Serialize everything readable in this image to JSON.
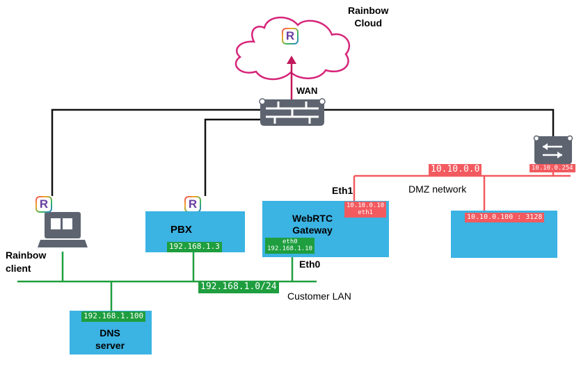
{
  "cloud": {
    "title_line1": "Rainbow",
    "title_line2": "Cloud",
    "logo_letter": "R"
  },
  "wan": {
    "label": "WAN"
  },
  "client": {
    "label_line1": "Rainbow",
    "label_line2": "client",
    "logo_letter": "R"
  },
  "pbx": {
    "label": "PBX",
    "ip": "192.168.1.3",
    "logo_letter": "R"
  },
  "gateway": {
    "label_line1": "WebRTC",
    "label_line2": "Gateway",
    "eth1_label": "Eth1",
    "eth1_ip": "10.10.0.10",
    "eth1_if": "eth1",
    "eth0_if": "eth0",
    "eth0_ip": "192.168.1.10",
    "eth0_label": "Eth0"
  },
  "dmz": {
    "network": "10.10.0.0",
    "label": "DMZ network",
    "router_ip": "10.10.0.254",
    "proxy_ip": "10.10.0.100 : 3128"
  },
  "lan": {
    "network": "192.168.1.0/24",
    "label": "Customer LAN"
  },
  "dns": {
    "ip": "192.168.1.100",
    "label_line1": "DNS",
    "label_line2": "server"
  },
  "colors": {
    "lan": "#1e9e3e",
    "dmz": "#f25a5f",
    "box": "#3bb3e3",
    "cloud": "#d6257a",
    "device": "#5d6470"
  }
}
